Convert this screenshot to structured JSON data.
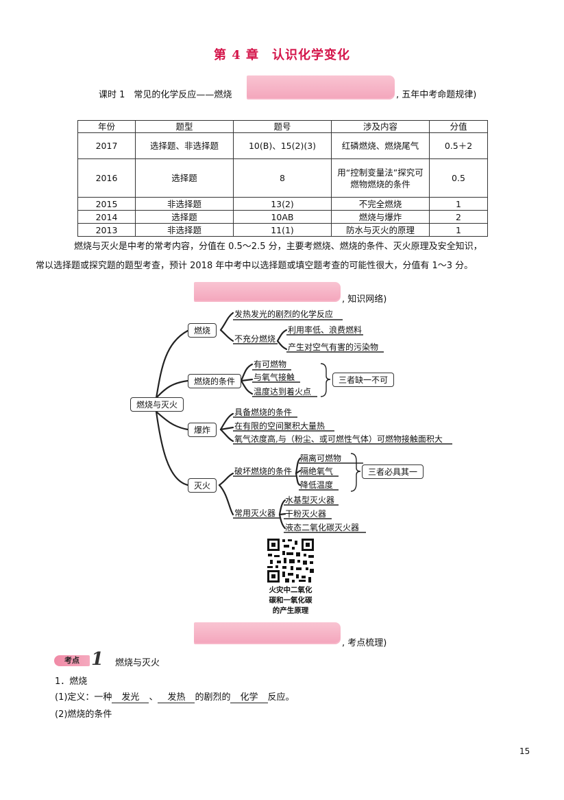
{
  "chapter_title": "第 4 章　认识化学变化",
  "lesson_left": "课时 1　常见的化学反应——燃烧",
  "lesson_right": ", 五年中考命题规律)",
  "table": {
    "headers": [
      "年份",
      "题型",
      "题号",
      "涉及内容",
      "分值"
    ],
    "rows": [
      [
        "2017",
        "选择题、非选择题",
        "10(B)、15(2)(3)",
        "红磷燃烧、燃烧尾气",
        "0.5＋2"
      ],
      [
        "2016",
        "选择题",
        "8",
        "用“控制变量法”探究可燃物燃烧的条件",
        "0.5"
      ],
      [
        "2015",
        "非选择题",
        "13(2)",
        "不完全燃烧",
        "1"
      ],
      [
        "2014",
        "选择题",
        "10AB",
        "燃烧与爆炸",
        "2"
      ],
      [
        "2013",
        "非选择题",
        "11(1)",
        "防水与灭火的原理",
        "1"
      ]
    ]
  },
  "summary_line1": "燃烧与灭火是中考的常考内容，分值在 0.5～2.5 分，主要考燃烧、燃烧的条件、灭火原理及安全知识，",
  "summary_line2": "常以选择题或探究题的题型考查，预计 2018 年中考中以选择题或填空题考查的可能性很大，分值有 1～3 分。",
  "section_network": ", 知识网络)",
  "mindmap": {
    "root": "燃烧与灭火",
    "ranshao": "燃烧",
    "ranshao_def": "发热发光的剧烈的化学反应",
    "buchongfen": "不充分燃烧",
    "buchongfen_a": "利用率低、浪费燃料",
    "buchongfen_b": "产生对空气有害的污染物",
    "tiaojian": "燃烧的条件",
    "tiaojian_a": "有可燃物",
    "tiaojian_b": "与氧气接触",
    "tiaojian_c": "温度达到着火点",
    "tiaojian_sum": "三者缺一不可",
    "baozha": "爆炸",
    "baozha_a": "具备燃烧的条件",
    "baozha_b": "在有限的空间聚积大量热",
    "baozha_c": "氧气浓度高,与（粉尘、或可燃性气体）可燃物接触面积大",
    "miehuo": "灭火",
    "pohuai": "破坏燃烧的条件",
    "pohuai_a": "隔离可燃物",
    "pohuai_b": "隔绝氧气",
    "pohuai_c": "降低温度",
    "pohuai_sum": "三者必具其一",
    "changyong": "常用灭火器",
    "changyong_a": "水基型灭火器",
    "changyong_b": "干粉灭火器",
    "changyong_c": "液态二氧化碳灭火器"
  },
  "qr_caption": [
    "火灾中二氧化",
    "碳和一氧化碳",
    "的产生原理"
  ],
  "section_points": ", 考点梳理)",
  "kaodian": {
    "tag": "考点",
    "num": "1",
    "title": "燃烧与灭火"
  },
  "item1": "1．燃烧",
  "def_prefix": "(1)定义：一种",
  "def_blank1": "发光",
  "def_sep": "、",
  "def_blank2": "发热",
  "def_mid": "的剧烈的",
  "def_blank3": "化学",
  "def_suffix": "反应。",
  "item_cond": "(2)燃烧的条件",
  "page_number": "15"
}
